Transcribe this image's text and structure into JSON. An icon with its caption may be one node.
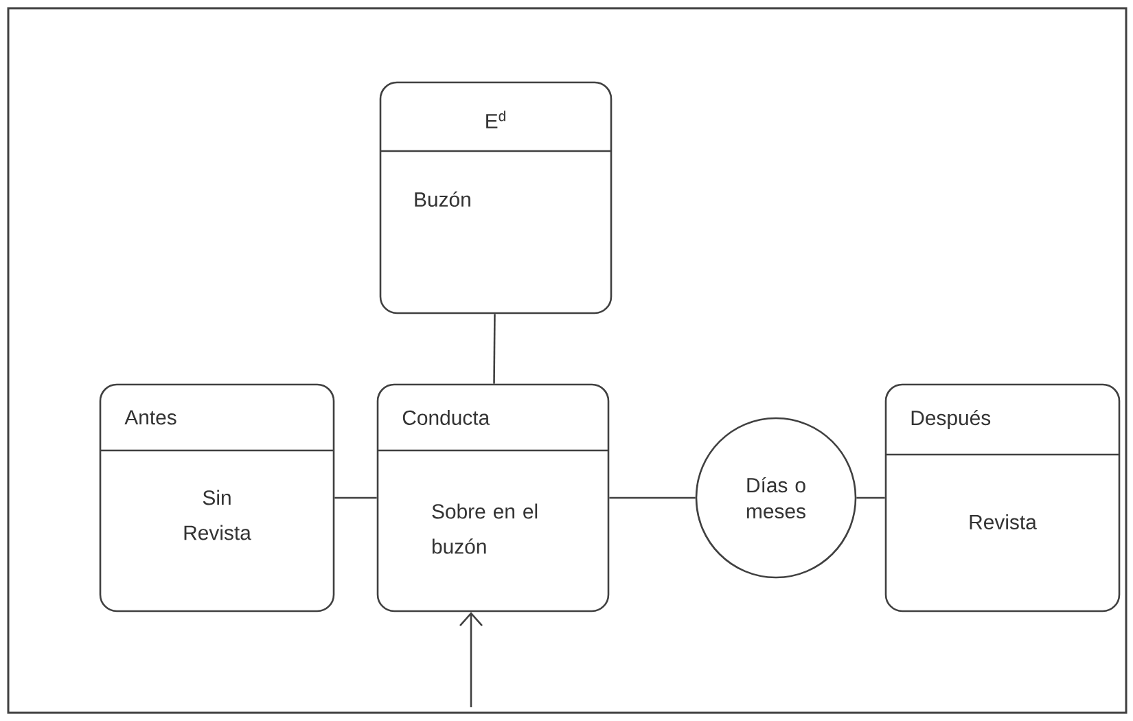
{
  "diagram": {
    "nodes": [
      {
        "text": [
          "E$^{d}$",
          "Buzón"
        ]
      },
      {
        "text": [
          "Antes",
          "Sin Revista"
        ]
      },
      {
        "text": [
          "Conducta",
          "Sobre en el buzón"
        ]
      },
      {
        "text": [
          "Días o meses"
        ]
      },
      {
        "text": [
          "Después",
          "Revista"
        ]
      }
    ],
    "edges": [
      {
        "from": 0,
        "to": 2,
        "arrow": "none"
      },
      {
        "from": 1,
        "to": 2,
        "arrow": "none"
      },
      {
        "from": 2,
        "to": 3,
        "arrow": "none"
      },
      {
        "from": 3,
        "to": 4,
        "arrow": "none"
      },
      {
        "from": null,
        "to": 2,
        "arrow": "to"
      }
    ]
  }
}
